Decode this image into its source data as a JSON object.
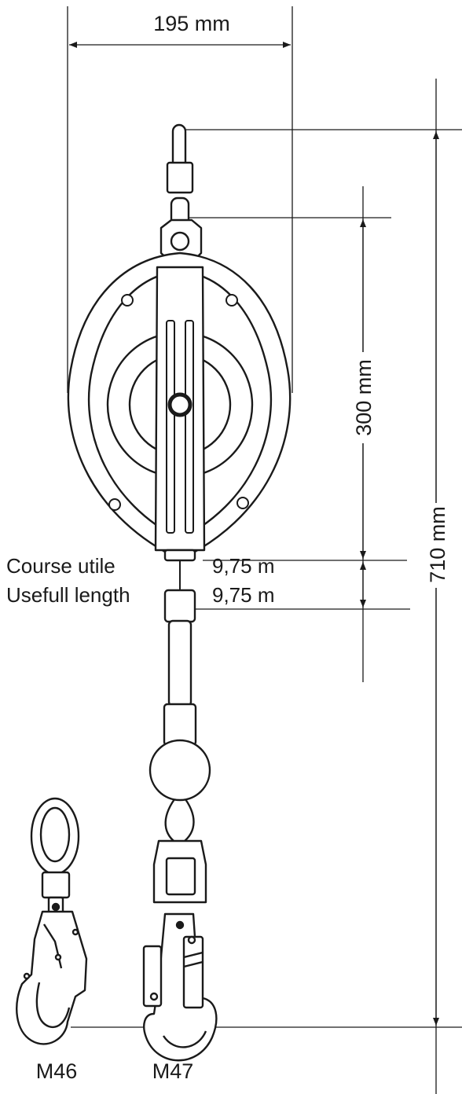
{
  "dimensions": {
    "width_label": "195 mm",
    "body_height_label": "300 mm",
    "total_height_label": "710 mm"
  },
  "useful_length": {
    "label_fr": "Course utile",
    "label_en": "Usefull length",
    "value_fr": "9,75 m",
    "value_en": "9,75 m"
  },
  "hooks": {
    "left_model": "M46",
    "right_model": "M47"
  },
  "colors": {
    "line": "#1a1a1a",
    "background": "#ffffff"
  }
}
